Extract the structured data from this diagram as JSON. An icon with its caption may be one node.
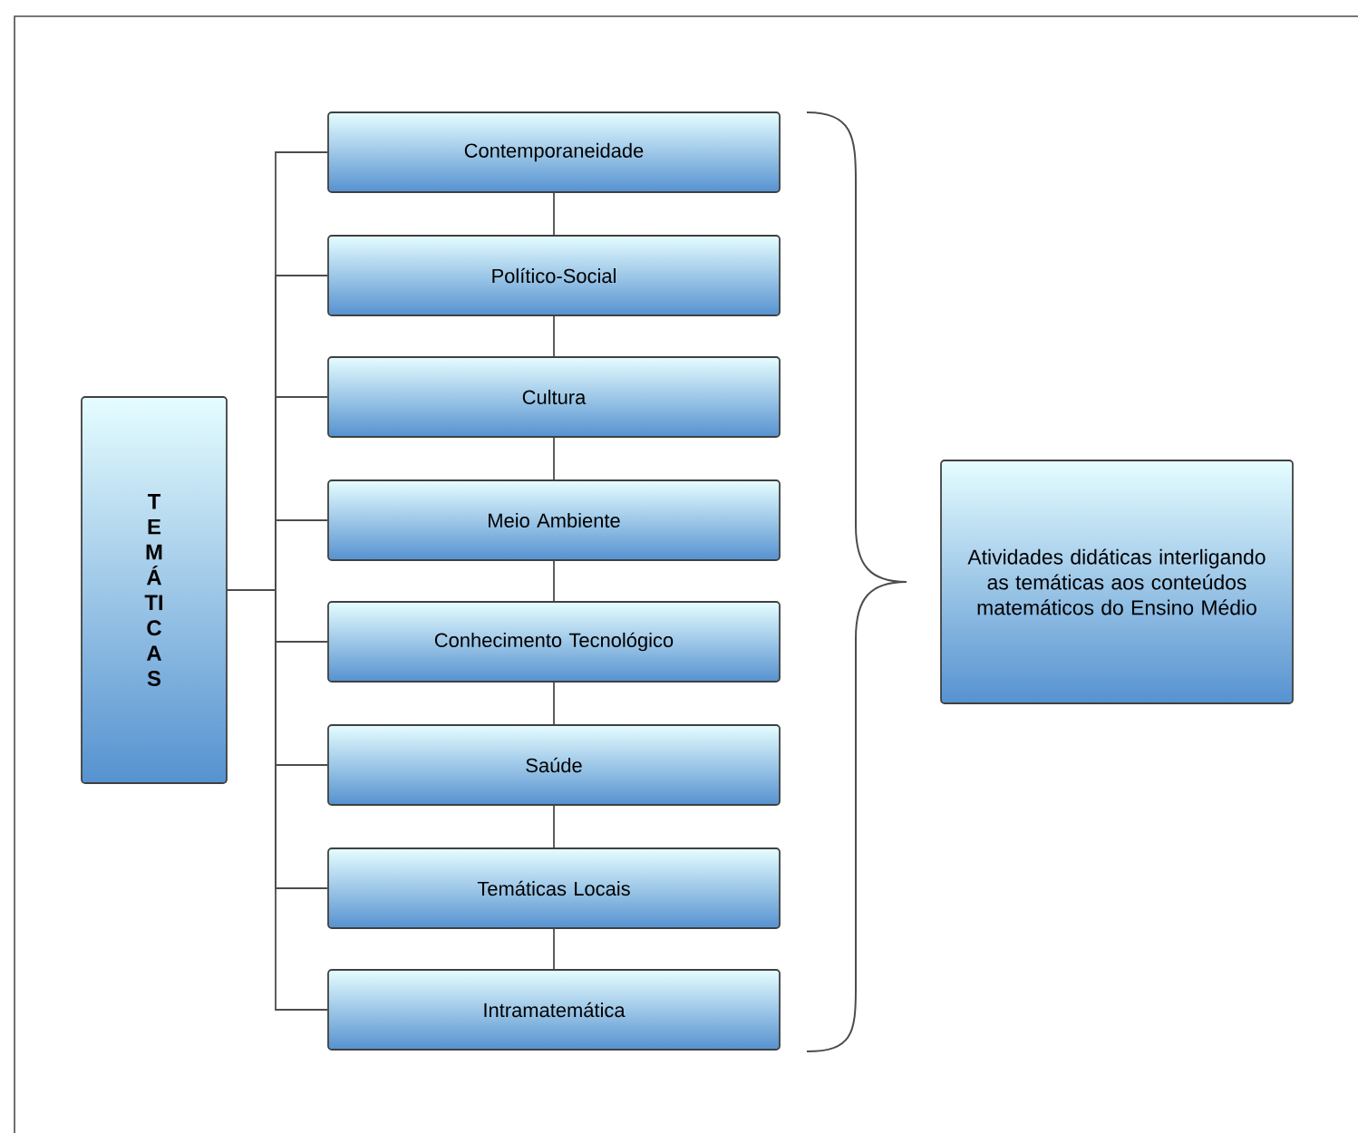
{
  "diagram": {
    "nodes": [
      {
        "text": [
          "TEMÁTICAS"
        ]
      },
      {
        "text": [
          "Contemporaneidade"
        ]
      },
      {
        "text": [
          "Político-Social"
        ]
      },
      {
        "text": [
          "Cultura"
        ]
      },
      {
        "text": [
          "Meio Ambiente"
        ]
      },
      {
        "text": [
          "Conhecimento Tecnológico"
        ]
      },
      {
        "text": [
          "Saúde"
        ]
      },
      {
        "text": [
          "Temáticas Locais"
        ]
      },
      {
        "text": [
          "Intramatemática"
        ]
      },
      {
        "text": [
          "Atividades didáticas interligando as temáticas aos conteúdos matemáticos do Ensino Médio"
        ]
      }
    ],
    "edges": [
      {
        "from": 0,
        "to": 1,
        "arrow": "none"
      },
      {
        "from": 0,
        "to": 2,
        "arrow": "none"
      },
      {
        "from": 0,
        "to": 3,
        "arrow": "none"
      },
      {
        "from": 0,
        "to": 4,
        "arrow": "none"
      },
      {
        "from": 0,
        "to": 5,
        "arrow": "none"
      },
      {
        "from": 0,
        "to": 6,
        "arrow": "none"
      },
      {
        "from": 0,
        "to": 7,
        "arrow": "none"
      },
      {
        "from": 0,
        "to": 8,
        "arrow": "none"
      },
      {
        "from": 1,
        "to": 2,
        "arrow": "none"
      },
      {
        "from": 2,
        "to": 3,
        "arrow": "none"
      },
      {
        "from": 3,
        "to": 4,
        "arrow": "none"
      },
      {
        "from": 4,
        "to": 5,
        "arrow": "none"
      },
      {
        "from": 5,
        "to": 6,
        "arrow": "none"
      },
      {
        "from": 6,
        "to": 7,
        "arrow": "none"
      },
      {
        "from": 7,
        "to": 8,
        "arrow": "none"
      }
    ]
  }
}
